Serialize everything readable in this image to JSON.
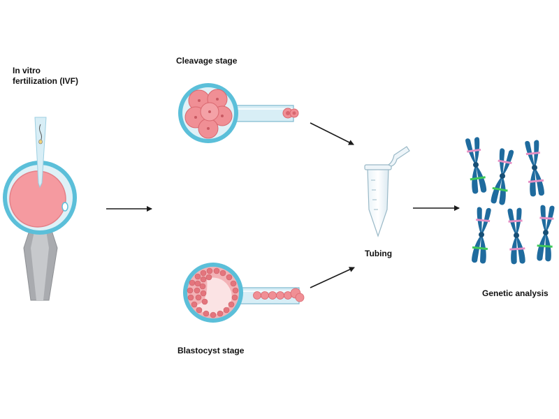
{
  "labels": {
    "ivf_line1": "In vitro",
    "ivf_line2": "fertilization (IVF)",
    "cleavage": "Cleavage stage",
    "blastocyst": "Blastocyst stage",
    "tubing": "Tubing",
    "genetic": "Genetic analysis"
  },
  "colors": {
    "zona": "#5bbfd9",
    "cell": "#f08f95",
    "cell_dark": "#d9676f",
    "oocyte": "#f59aa0",
    "pipette": "#d8eef6",
    "tool": "#a9abaf",
    "chromosome": "#1f6b9e",
    "band_pink": "#e58fc4",
    "band_green": "#3fc95a",
    "arrow": "#1a1a1a"
  }
}
